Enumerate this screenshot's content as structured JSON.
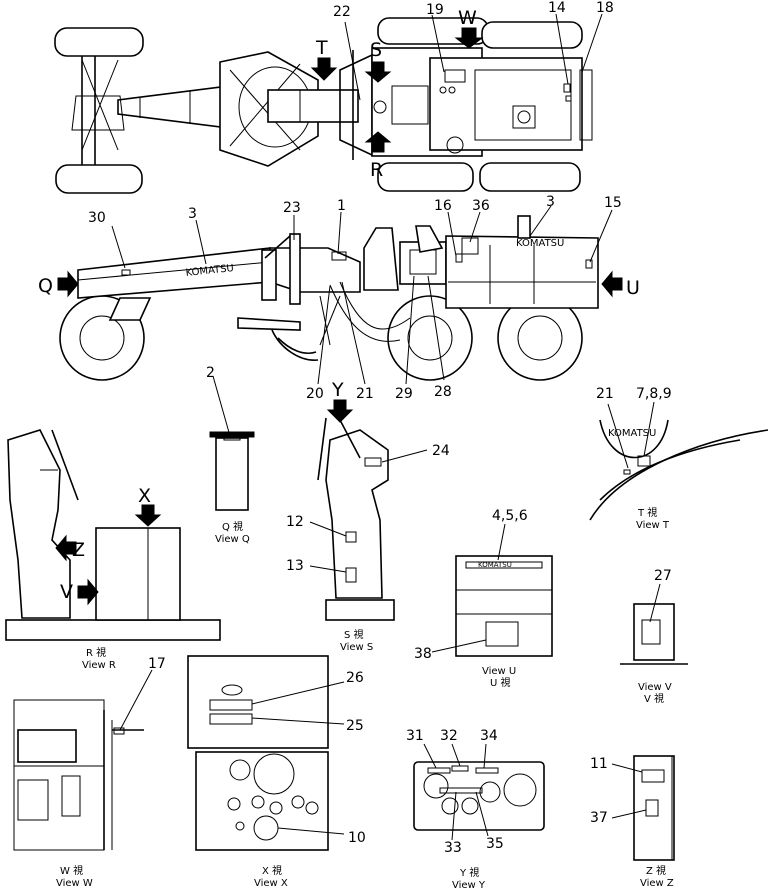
{
  "top_view": {
    "labels": [
      "22",
      "19",
      "W",
      "14",
      "18",
      "T",
      "S",
      "R"
    ]
  },
  "side_view": {
    "labels": [
      "30",
      "3",
      "23",
      "1",
      "16",
      "36",
      "3",
      "15",
      "Q",
      "U",
      "20",
      "21",
      "29",
      "28",
      "Y"
    ],
    "brand_frame": "KOMATSU",
    "brand_hood": "KOMATSU"
  },
  "view_q": {
    "marker": "2",
    "jp": "Q 視",
    "en": "View Q"
  },
  "view_r": {
    "arrows": [
      "X",
      "Z",
      "V"
    ],
    "jp": "R 視",
    "en": "View R"
  },
  "view_s": {
    "markers": [
      "24",
      "12",
      "13"
    ],
    "jp": "S 視",
    "en": "View S"
  },
  "view_t": {
    "markers": [
      "21",
      "7,8,9"
    ],
    "jp": "T 視",
    "en": "View T"
  },
  "view_u": {
    "marker_top": "4,5,6",
    "brand": "KOMATSU",
    "marker_38": "38",
    "en": "View U",
    "jp": "U 視"
  },
  "view_v": {
    "marker": "27",
    "en": "View V",
    "jp": "V 視"
  },
  "view_w": {
    "marker": "17",
    "jp": "W 視",
    "en": "View W"
  },
  "view_x": {
    "markers": [
      "26",
      "25",
      "10"
    ],
    "jp": "X 視",
    "en": "View X"
  },
  "view_y": {
    "markers": [
      "31",
      "32",
      "34",
      "33",
      "35"
    ],
    "jp": "Y 視",
    "en": "View Y"
  },
  "view_z": {
    "markers": [
      "11",
      "37"
    ],
    "jp": "Z 視",
    "en": "View Z"
  }
}
